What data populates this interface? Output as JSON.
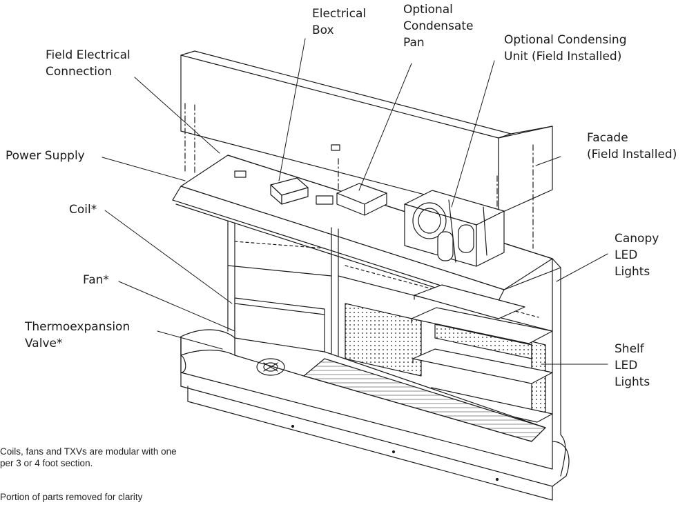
{
  "labels": {
    "electrical_box": [
      "Electrical",
      "Box"
    ],
    "condensate_pan": [
      "Optional",
      "Condensate",
      "Pan"
    ],
    "condensing_unit": [
      "Optional Condensing",
      "Unit (Field Installed)"
    ],
    "field_electrical": [
      "Field Electrical",
      "Connection"
    ],
    "power_supply": [
      "Power Supply"
    ],
    "facade": [
      "Facade",
      "(Field Installed)"
    ],
    "coil": [
      "Coil*"
    ],
    "canopy_led": [
      "Canopy",
      "LED",
      "Lights"
    ],
    "fan": [
      "Fan*"
    ],
    "txv": [
      "Thermoexpansion",
      "Valve*"
    ],
    "shelf_led": [
      "Shelf",
      "LED",
      "Lights"
    ]
  },
  "notes": {
    "modular": [
      "Coils, fans and TXVs are modular with one",
      "per 3 or 4 foot section."
    ],
    "removed": [
      "Portion of parts removed for clarity"
    ]
  },
  "colors": {
    "line": "#1a1a1a",
    "text": "#1a1a1a"
  }
}
